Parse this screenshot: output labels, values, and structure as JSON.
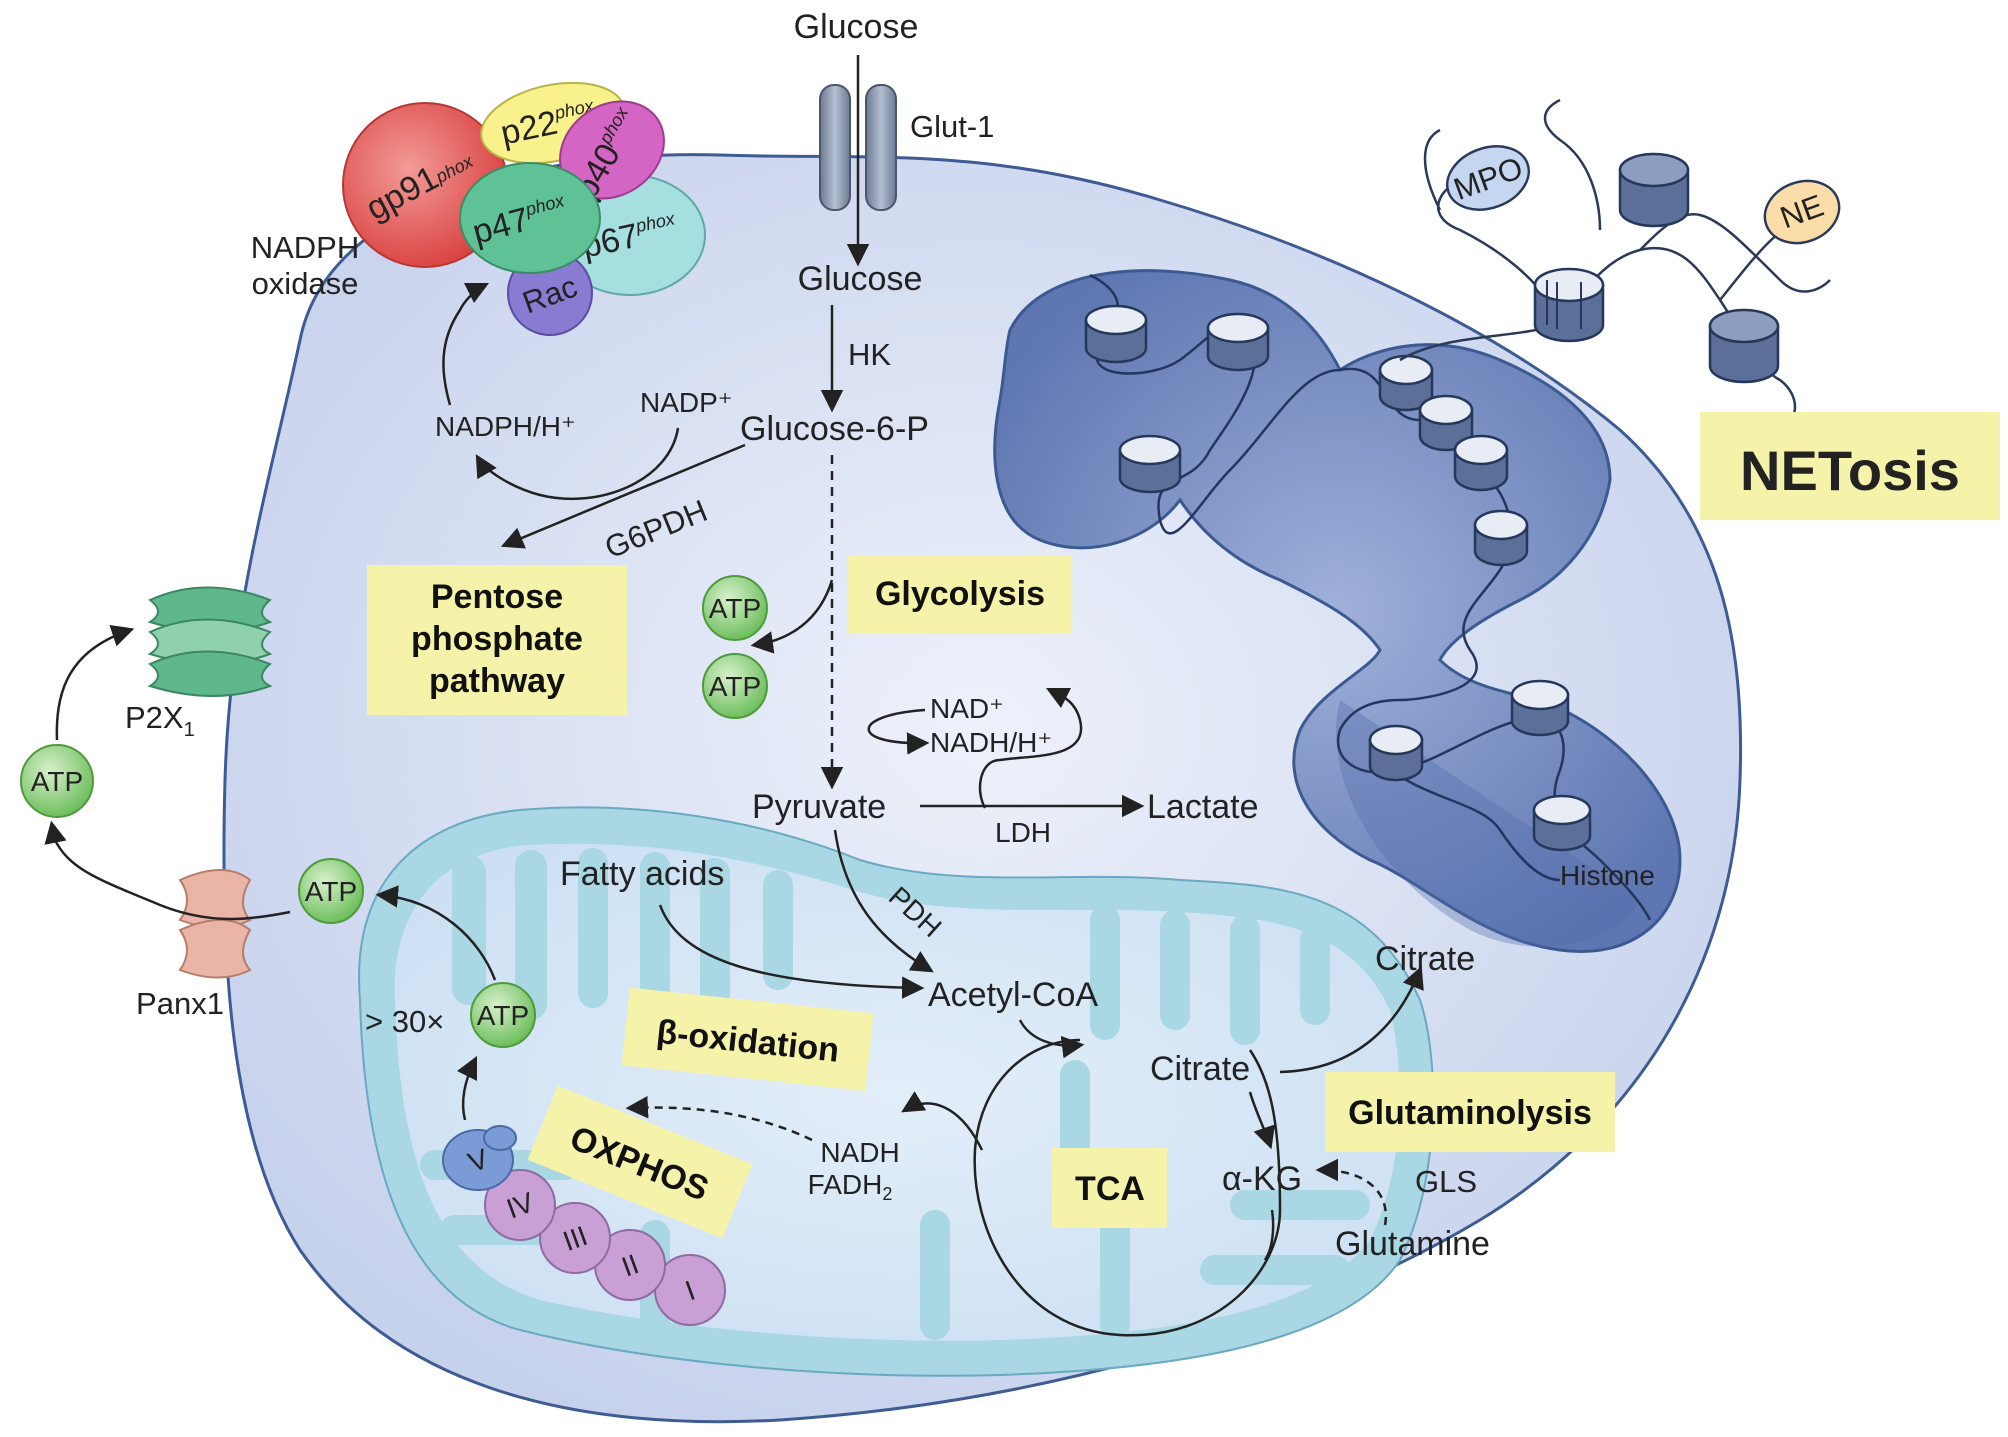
{
  "protein_subunits": {
    "gp91": "gp91",
    "p22": "p22",
    "p40": "p40",
    "p47": "p47",
    "p67": "p67",
    "rac": "Rac",
    "phox": "phox"
  },
  "complex_label": {
    "line1": "NADPH",
    "line2": "oxidase"
  },
  "transport": {
    "glucose_out": "Glucose",
    "glut1": "Glut-1",
    "p2x1": "P2X",
    "p2x1_sub": "1",
    "panx1": "Panx1"
  },
  "metabolites": {
    "glucose_in": "Glucose",
    "hk": "HK",
    "glucose6p": "Glucose-6-P",
    "nadp": "NADP⁺",
    "nadph": "NADPH/H⁺",
    "g6pdh": "G6PDH",
    "nad": "NAD⁺",
    "nadh": "NADH/H⁺",
    "pyruvate": "Pyruvate",
    "lactate": "Lactate",
    "ldh": "LDH",
    "pdh": "PDH",
    "fatty_acids": "Fatty acids",
    "acetyl_coa": "Acetyl-CoA",
    "citrate_in": "Citrate",
    "citrate_out": "Citrate",
    "akg": "α-KG",
    "gls": "GLS",
    "glutamine": "Glutamine",
    "nadh2": "NADH",
    "fadh2": "FADH",
    "fadh2_sub": "2",
    "times30": "> 30×"
  },
  "atp": [
    "ATP",
    "ATP",
    "ATP",
    "ATP",
    "ATP"
  ],
  "pathways": {
    "ppp": [
      "Pentose",
      "phosphate",
      "pathway"
    ],
    "glycolysis": "Glycolysis",
    "beta_ox": "β-oxidation",
    "oxphos": "OXPHOS",
    "tca": "TCA",
    "glutaminolysis": "Glutaminolysis",
    "netosis": "NETosis"
  },
  "etc_complexes": [
    "V",
    "IV",
    "III",
    "II",
    "I"
  ],
  "net": {
    "mpo": "MPO",
    "ne": "NE",
    "histone": "Histone"
  },
  "colors": {
    "cell": "#d3dcf1",
    "cell_stroke": "#3b5a92",
    "nucleus": "#6f86bd",
    "mito_outer": "#a9d7e3",
    "mito_inner": "#dce9f7",
    "label_box": "#f5f3a9",
    "atp": "#8ccf79",
    "gp91": "#e2504e",
    "p22": "#f8f18c",
    "p40": "#d565c4",
    "p47": "#5fc196",
    "p67": "#a5dfdf",
    "rac": "#8a7bd2",
    "p2x1": "#5fb88c",
    "panx1": "#eab5a6",
    "complex_v": "#7b9bd6",
    "complex_i_iv": "#c9a0d6"
  }
}
